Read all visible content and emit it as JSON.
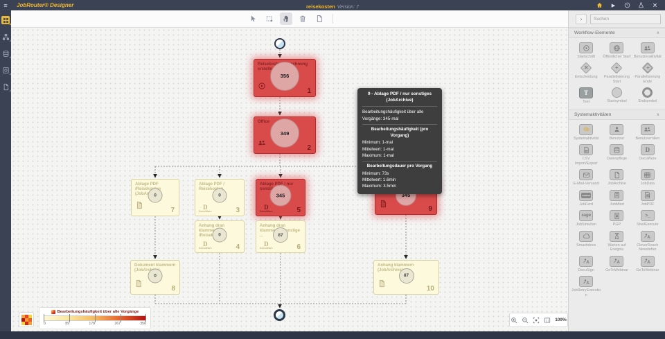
{
  "header": {
    "app_title": "JobRouter® Designer",
    "process_name": "reisekosten",
    "version_label": "Version: 7"
  },
  "right_sidebar": {
    "search_placeholder": "Suchen",
    "collapse_glyph": "›",
    "sections": [
      {
        "title": "Workflow-Elemente",
        "items": [
          {
            "label": "Startschritt",
            "icon": "play"
          },
          {
            "label": "Öffentlicher Start",
            "icon": "globe"
          },
          {
            "label": "Benutzeraktivität",
            "icon": "users"
          },
          {
            "label": "Entscheidung",
            "icon": "diamond-x"
          },
          {
            "label": "Parallelisierung Start",
            "icon": "diamond-plus"
          },
          {
            "label": "Parallelisierung Ende",
            "icon": "diamond-plus-end"
          },
          {
            "label": "Text",
            "icon": "textT"
          },
          {
            "label": "Startsymbol",
            "icon": "circle"
          },
          {
            "label": "Endsymbol",
            "icon": "ring"
          }
        ]
      },
      {
        "title": "Systemaktivitäten",
        "items": [
          {
            "label": "Systemaktivität",
            "icon": "gears"
          },
          {
            "label": "Benutzer",
            "icon": "user"
          },
          {
            "label": "Benutzerrollen",
            "icon": "users"
          },
          {
            "label": "CSV Import/Export",
            "icon": "csv"
          },
          {
            "label": "Datenpflege",
            "icon": "database"
          },
          {
            "label": "DocuWare",
            "icon": "docuware"
          },
          {
            "label": "E-Mail-Versand",
            "icon": "mail"
          },
          {
            "label": "JobArchive",
            "icon": "file"
          },
          {
            "label": "JobData",
            "icon": "grid"
          },
          {
            "label": "JobFerd",
            "icon": "jobferd"
          },
          {
            "label": "JobMind",
            "icon": "doclines"
          },
          {
            "label": "JobPDF",
            "icon": "pdf"
          },
          {
            "label": "JobSimultan",
            "icon": "sage"
          },
          {
            "label": "PGP",
            "icon": "filelock"
          },
          {
            "label": "ShellExecute",
            "icon": "shell"
          },
          {
            "label": "Smashdocs",
            "icon": "cloud"
          },
          {
            "label": "Warten auf Ereignis",
            "icon": "hourglass"
          },
          {
            "label": "CleverReach Newsletter",
            "icon": "activity"
          },
          {
            "label": "DocuSign",
            "icon": "activity"
          },
          {
            "label": "GoToWebinar",
            "icon": "activity"
          },
          {
            "label": "GoToWebinar",
            "icon": "activity"
          },
          {
            "label": "JobRetryExecution",
            "icon": "activity"
          }
        ]
      }
    ]
  },
  "canvas": {
    "nodes": [
      {
        "number": "1",
        "label": "Reisekosten Abrechnung erstellen",
        "count": "356",
        "heat": "red",
        "icon": "start"
      },
      {
        "number": "2",
        "label": "Office",
        "count": "349",
        "heat": "red",
        "icon": "users"
      },
      {
        "number": "3",
        "label": "Ablage PDF / Reisekosten",
        "count": "0",
        "heat": "yellow",
        "icon": "docuware"
      },
      {
        "number": "4",
        "label": "Anhang dran klammern /Reisekosten",
        "count": "0",
        "heat": "yellow",
        "icon": "docuware"
      },
      {
        "number": "5",
        "label": "Ablage PDF / nur sonstige ...",
        "count": "345",
        "heat": "red",
        "icon": "docuware"
      },
      {
        "number": "6",
        "label": "Anhang dran klammern / sonstige ...",
        "count": "87",
        "heat": "yellow",
        "icon": "docuware"
      },
      {
        "number": "7",
        "label": "Ablage PDF /Reisekosten (JobArchive)",
        "count": "0",
        "heat": "yellow",
        "icon": "jobarchive"
      },
      {
        "number": "8",
        "label": "Dokument klammern (JobArchive)",
        "count": "0",
        "heat": "yellow",
        "icon": "jobarchive"
      },
      {
        "number": "9",
        "label": "Ablage PDF / nur sonstiges (JobArchive)",
        "count": "345",
        "heat": "red",
        "icon": "jobarchive"
      },
      {
        "number": "10",
        "label": "Anhang klammern (JobArchive)",
        "count": "87",
        "heat": "yellow",
        "icon": "jobarchive"
      }
    ]
  },
  "tooltip": {
    "title": "9 - Ablage PDF / nur sonstiges (JobArchive)",
    "overall": "Bearbeitungshäufigkeit über alle Vorgänge: 345-mal",
    "sections": [
      {
        "title": "Bearbeitungshäufigkeit (pro Vorgang)",
        "rows": [
          "Minimum: 1-mal",
          "Mittelwert: 1-mal",
          "Maximum: 1-mal"
        ]
      },
      {
        "title": "Bearbeitungsdauer pro Vorgang",
        "rows": [
          "Minimum: 73s",
          "Mittelwert: 1.6min",
          "Maximum: 3.5min"
        ]
      }
    ]
  },
  "legend": {
    "title": "Bearbeitungshäufigkeit über alle Vorgänge",
    "ticks": [
      "0",
      "89",
      "178",
      "267",
      "356"
    ],
    "gradient_colors": [
      "#fdf8d6",
      "#fae9a4",
      "#f5bd62",
      "#e8662e",
      "#b41212"
    ]
  },
  "zoom_controls": {
    "level": "109%"
  }
}
